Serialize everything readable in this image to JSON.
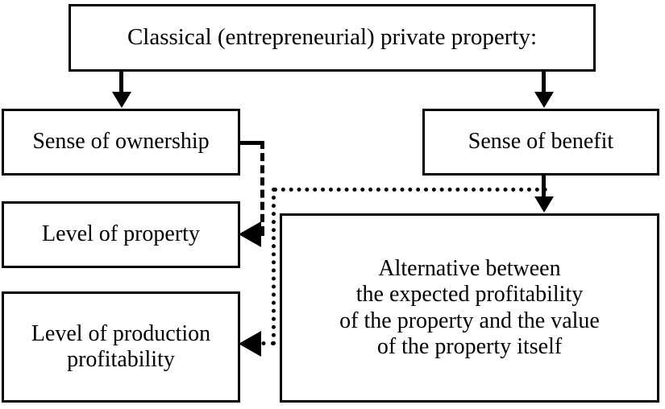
{
  "diagram": {
    "title_node": {
      "id": "root",
      "label": "Classical (entrepreneurial) private property:"
    },
    "nodes": [
      {
        "id": "ownership",
        "label": "Sense of ownership"
      },
      {
        "id": "level-prop",
        "label": "Level of property"
      },
      {
        "id": "level-prod",
        "label": "Level of production\nprofitability"
      },
      {
        "id": "benefit",
        "label": "Sense of benefit"
      },
      {
        "id": "alternative",
        "label": "Alternative between\nthe expected profitability\nof the property and the value\nof the property itself"
      }
    ],
    "edges": [
      {
        "id": "root-to-ownership",
        "style": "solid",
        "from": "root",
        "to": "ownership",
        "arrow": "down"
      },
      {
        "id": "root-to-benefit",
        "style": "solid",
        "from": "root",
        "to": "benefit",
        "arrow": "down"
      },
      {
        "id": "benefit-to-alt",
        "style": "solid",
        "from": "benefit",
        "to": "alternative",
        "arrow": "down"
      },
      {
        "id": "ownership-to-level-prop",
        "style": "dashed",
        "from": "ownership",
        "to": "level-prop",
        "arrow": "left"
      },
      {
        "id": "alt-to-level-prod",
        "style": "dotted",
        "from": "alternative",
        "to": "level-prod",
        "arrow": "left"
      }
    ],
    "colors": {
      "stroke": "#000000",
      "fill": "#ffffff",
      "text": "#000000"
    }
  }
}
